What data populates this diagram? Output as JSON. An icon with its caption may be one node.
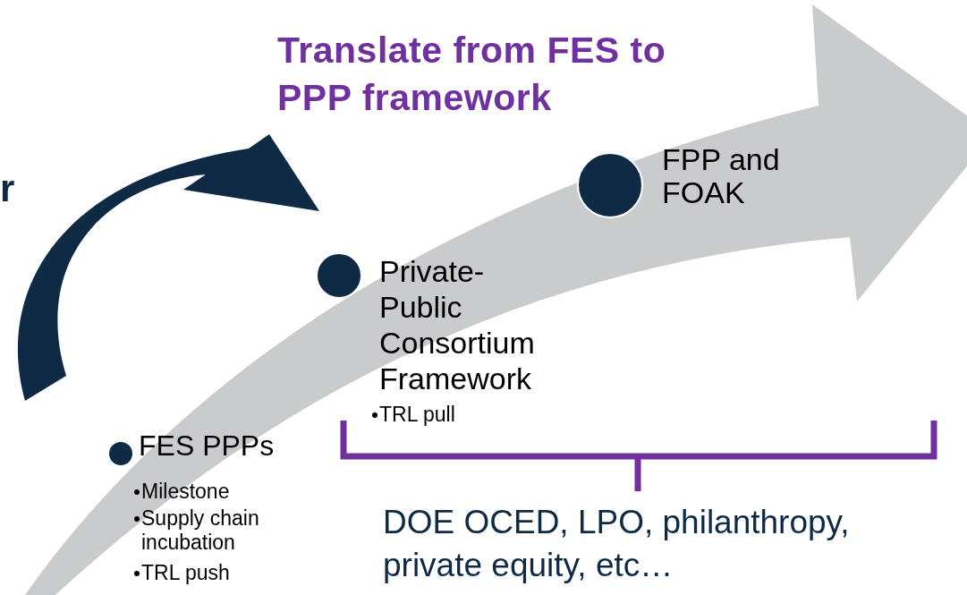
{
  "diagram": {
    "title": "Translate from FES to PPP framework",
    "nodes": [
      {
        "text": [
          "FES PPPs",
          "Milestone",
          "Supply chain incubation",
          "TRL push"
        ]
      },
      {
        "text": [
          "Private-Public Consortium Framework",
          "TRL pull"
        ]
      },
      {
        "text": [
          "FPP and FOAK"
        ]
      }
    ],
    "labels": [
      "r",
      "DOE OCED, LPO, philanthropy, private equity, etc…"
    ]
  }
}
